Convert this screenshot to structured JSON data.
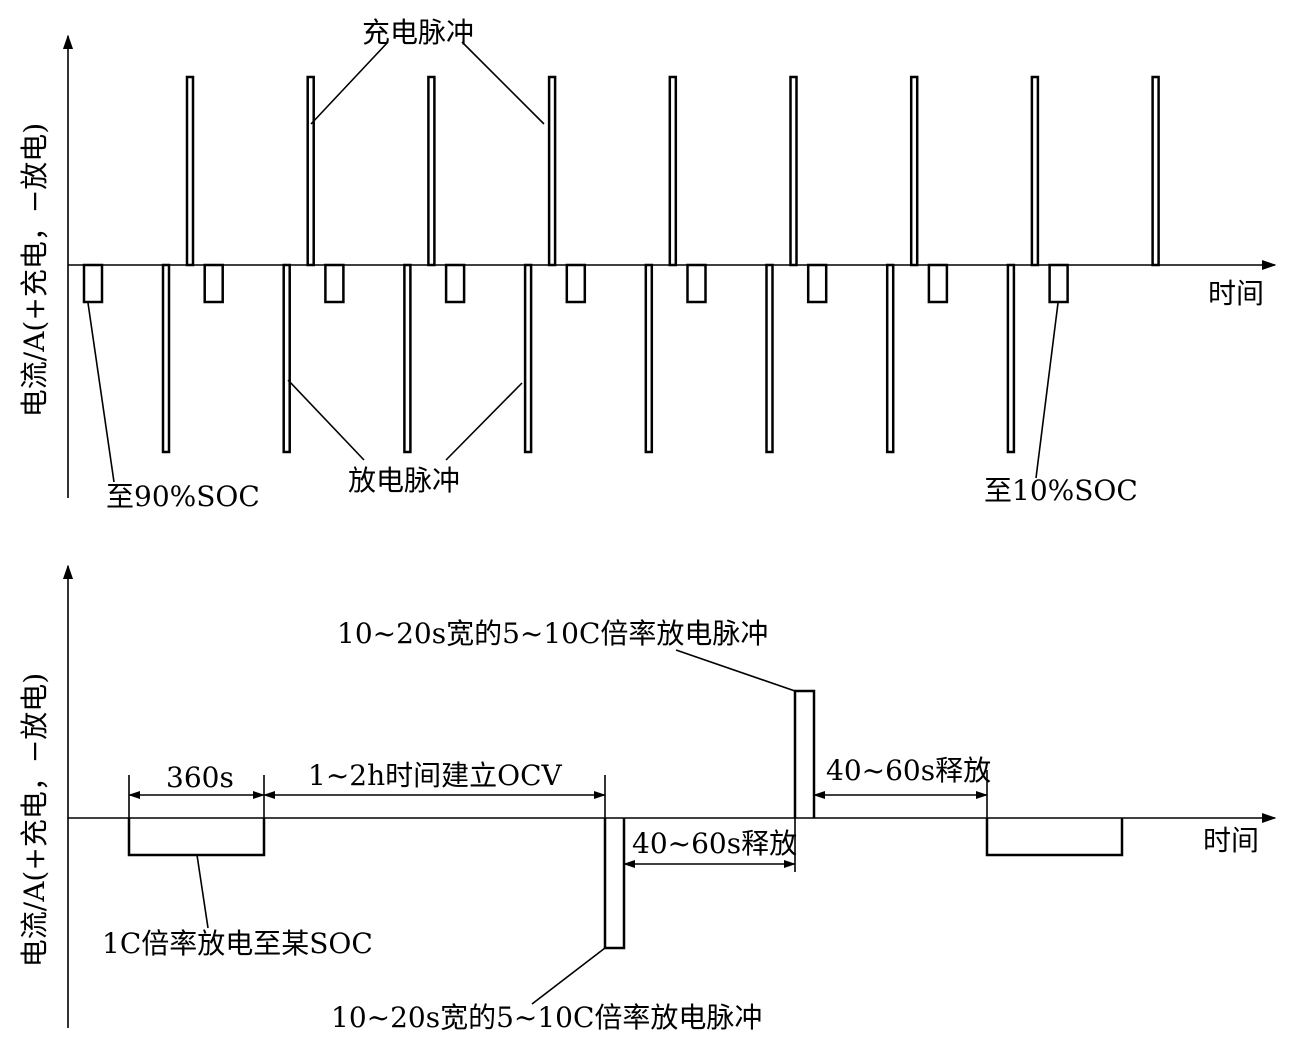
{
  "top_panel": {
    "y_axis_label": "电流/A(+充电，−放电)",
    "x_axis_label": "时间",
    "charge_pulse_label": "充电脉冲",
    "discharge_pulse_label": "放电脉冲",
    "to_90_label": "至90%SOC",
    "to_10_label": "至10%SOC"
  },
  "bottom_panel": {
    "y_axis_label": "电流/A(+充电，−放电)",
    "x_axis_label": "时间",
    "dur_360_label": "360s",
    "ocv_label": "1~2h时间建立OCV",
    "pulse_label_top": "10~20s宽的5~10C倍率放电脉冲",
    "release_label_1": "40~60s释放",
    "release_label_2": "40~60s释放",
    "discharge_1c_label": "1C倍率放电至某SOC",
    "pulse_label_bottom": "10~20s宽的5~10C倍率放电脉冲"
  }
}
